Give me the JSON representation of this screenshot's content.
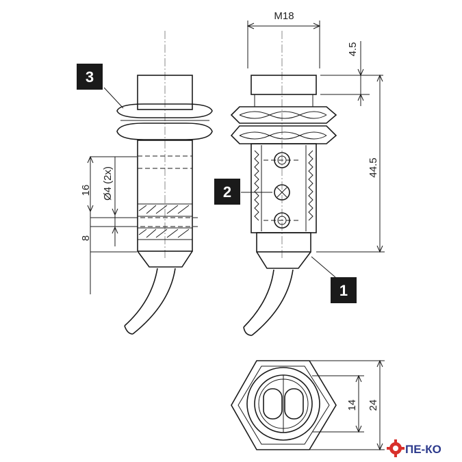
{
  "dimensions": {
    "thread": "M18",
    "top_offset": "4.5",
    "body_length": "44.5",
    "hole_dia": "Ø4 (2x)",
    "hole_span": "16",
    "hole_offset": "8",
    "across_flats": "24",
    "lens_width": "14"
  },
  "callouts": {
    "one": "1",
    "two": "2",
    "three": "3"
  },
  "logo": {
    "text": "ПЕ-КО",
    "icon": "gear-icon"
  },
  "colors": {
    "ink": "#1a1a1a",
    "callout_bg": "#1a1a1a",
    "logo_red": "#d8302b",
    "logo_blue": "#2c3a8c"
  }
}
